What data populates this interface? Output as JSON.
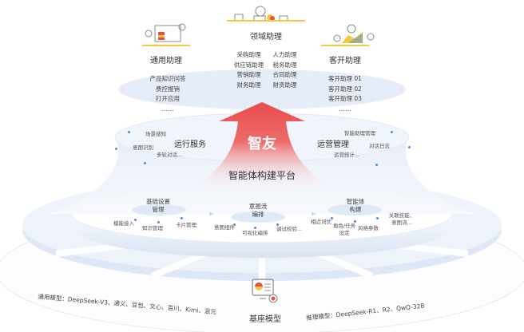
{
  "top_layer": {
    "domain_assistant": {
      "title": "领域助理",
      "items": [
        "采购助理",
        "人力助理",
        "供应链助理",
        "税务助理",
        "营销助理",
        "合同助理",
        "财务助理",
        "财资助理"
      ]
    },
    "general_assistant": {
      "title": "通用助理",
      "items": [
        "产品知识问答",
        "费控报销",
        "打开应用",
        "……"
      ]
    },
    "customer_assistant": {
      "title": "客开助理",
      "items": [
        "客开助理 01",
        "客开助理 02",
        "客开助理 03",
        "……"
      ]
    }
  },
  "middle_layer": {
    "brand": "智友",
    "platform": "智能体构建平台",
    "run_service": {
      "title": "运行服务",
      "items": [
        "场景感知",
        "意图识别",
        "多轮对话..."
      ]
    },
    "ops_management": {
      "title": "运营管理",
      "items": [
        "智能助理管理",
        "对话日志",
        "运营统计..."
      ]
    }
  },
  "build_layer": {
    "basic_settings": {
      "title": [
        "基础设置",
        "管理"
      ],
      "items": [
        "模能接入",
        "知识管理",
        "卡片管理"
      ]
    },
    "intent_flow": {
      "title": [
        "意图流",
        "编排"
      ],
      "items": [
        "意图组件",
        "可视化编排",
        "调试校验..."
      ]
    },
    "agent_build": {
      "title": [
        "智能体",
        "构建"
      ],
      "items": [
        "相近词优",
        "角色/任务\n设定",
        "风格参数",
        "关联技能、\n意图流..."
      ]
    }
  },
  "base_layer": {
    "title": "基座模型",
    "general_models": "通用模型：DeepSeek-V3、通义、豆包、文心、百川、Kimi、混元",
    "reasoning_models": "推理模型：DeepSeek-R1、R2、QwQ-32B"
  },
  "colors": {
    "arrow_top": "#e84c4c",
    "accent_yellow": "#f4c840",
    "dot_blue": "#4a8fe0",
    "disc_blue": "#dce6f4"
  }
}
